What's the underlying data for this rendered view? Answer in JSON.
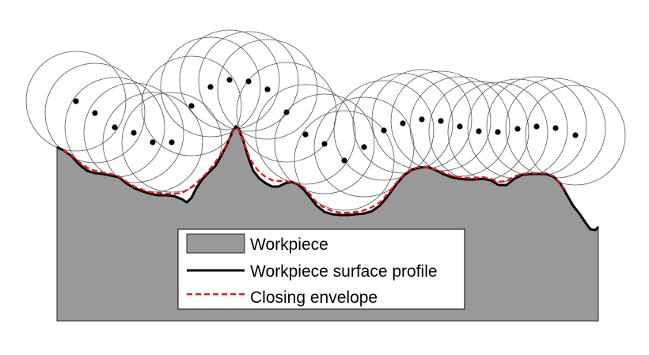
{
  "legend": {
    "workpiece_label": "Workpiece",
    "profile_label": "Workpiece surface profile",
    "envelope_label": "Closing envelope"
  },
  "colors": {
    "workpiece_fill": "#999999",
    "profile_stroke": "#000000",
    "envelope_stroke": "#e41a1c",
    "circle_stroke": "#555555",
    "center_dot": "#000000"
  }
}
